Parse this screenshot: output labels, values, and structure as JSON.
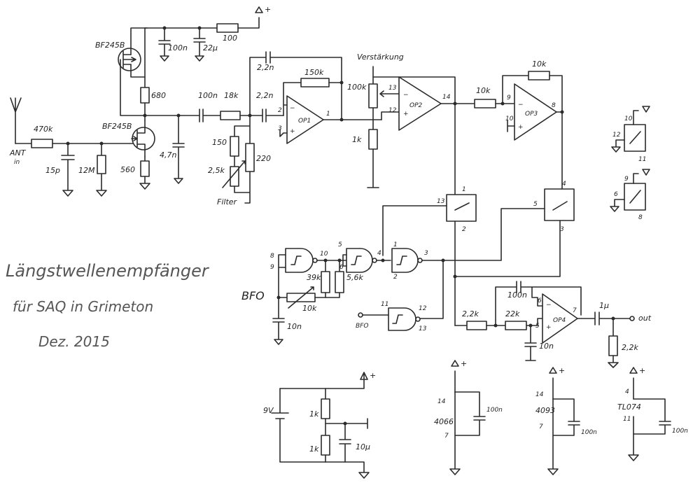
{
  "title": {
    "line1": "Längstwellenempfänger",
    "line2": "für SAQ in Grimeton",
    "line3": "Dez. 2015"
  },
  "parts": {
    "antenna": "ANT",
    "antenna_sub": "in",
    "r_470k": "470k",
    "c_15p": "15p",
    "r_12M": "12M",
    "q1": "BF245B",
    "q2": "BF245B",
    "c_100n_sup": "100n",
    "c_22u": "22µ",
    "r_100": "100",
    "r_680": "680",
    "r_560": "560",
    "c_47n": "4,7n",
    "c_100n_cpl": "100n",
    "r_18k": "18k",
    "c_2n2_a": "2,2n",
    "c_2n2_b": "2,2n",
    "r_150k": "150k",
    "r_150": "150",
    "pot_2k5": "2,5k",
    "r_220": "220",
    "filter": "Filter",
    "verstaerkung": "Verstärkung",
    "pot_100k": "100k",
    "r_1k_gain": "1k",
    "r_10k_in": "10k",
    "r_10k_fb": "10k",
    "op1": "OP1",
    "op2": "OP2",
    "op3": "OP3",
    "op4": "OP4",
    "bfo": "BFO",
    "bfo_in": "BFO",
    "r_39k": "39k",
    "r_5k6": "5,6k",
    "pot_10k": "10k",
    "c_10n_bfo": "10n",
    "r_2k2_a": "2,2k",
    "r_22k": "22k",
    "c_100n_lp": "100n",
    "c_10n_lp": "10n",
    "c_1u": "1µ",
    "r_2k2_out": "2,2k",
    "out": "out",
    "batt": "9V",
    "r_1k_a": "1k",
    "r_1k_b": "1k",
    "c_10u": "10µ",
    "ic_4066": "4066",
    "ic_4093": "4093",
    "ic_tl074": "TL074",
    "c_100n_a": "100n",
    "c_100n_b": "100n",
    "c_100n_c": "100n"
  },
  "pins": {
    "p1": "1",
    "p2": "2",
    "p3": "3",
    "p4": "4",
    "p5": "5",
    "p6": "6",
    "p7": "7",
    "p8": "8",
    "p9": "9",
    "p10": "10",
    "p11": "11",
    "p12": "12",
    "p13": "13",
    "p14": "14"
  },
  "symbols": {
    "plus": "+",
    "minus": "−"
  }
}
